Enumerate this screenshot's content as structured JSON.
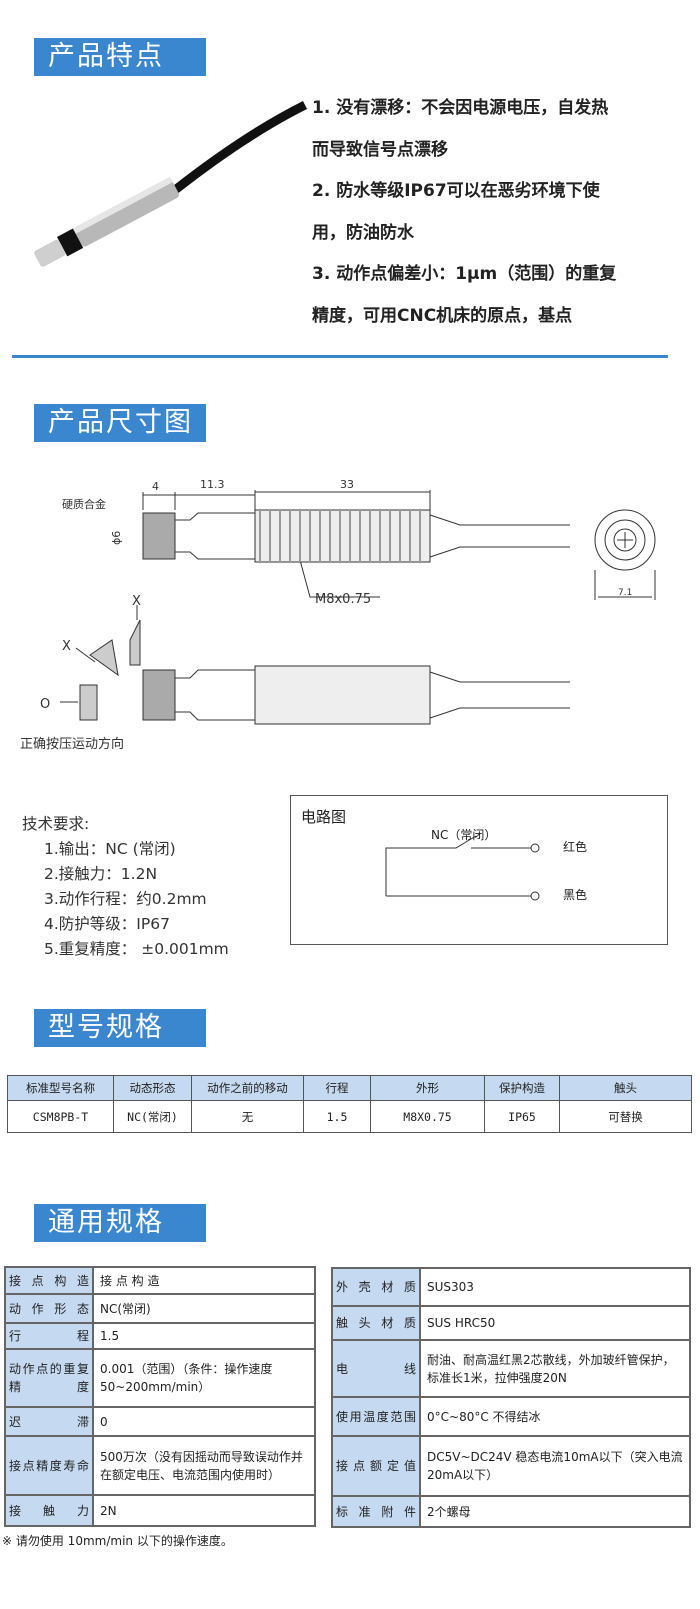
{
  "sections": {
    "features": "产品特点",
    "dimensions": "产品尺寸图",
    "models": "型号规格",
    "general": "通用规格"
  },
  "features": [
    "1. 没有漂移：不会因电源电压，自发热",
    "而导致信号点漂移",
    "2. 防水等级IP67可以在恶劣环境下使",
    "用，防油防水",
    "3. 动作点偏差小：1μm（范围）的重复",
    "精度，可用CNC机床的原点，基点"
  ],
  "drawing": {
    "alloy": "硬质合金",
    "d4": "4",
    "d113": "11.3",
    "d33": "33",
    "phi": "ϕ6",
    "thread": "M8x0.75",
    "w71": "7.1",
    "x1": "X",
    "x2": "X",
    "o": "O",
    "direction": "正确按压运动方向"
  },
  "tech": {
    "title": "技术要求:",
    "items": [
      "1.输出：NC (常闭)",
      "2.接触力：1.2N",
      "3.动作行程：约0.2mm",
      "4.防护等级：IP67",
      "5.重复精度：  ±0.001mm"
    ]
  },
  "circuit": {
    "title": "电路图",
    "nc": "NC（常闭）",
    "red": "红色",
    "black": "黑色"
  },
  "model_table": {
    "headers": [
      "标准型号名称",
      "动态形态",
      "动作之前的移动",
      "行程",
      "外形",
      "保护构造",
      "触头"
    ],
    "row": [
      "CSM8PB-T",
      "NC(常闭)",
      "无",
      "1.5",
      "M8X0.75",
      "IP65",
      "可替换"
    ]
  },
  "general_left": [
    [
      "接点构造",
      "接 点 构 造"
    ],
    [
      "动作形态",
      "NC(常闭)"
    ],
    [
      "行程",
      "1.5"
    ],
    [
      "动作点的重复精度",
      "0.001（范围）（条件：操作速度 50~200mm/min）"
    ],
    [
      "迟滞",
      "0"
    ],
    [
      "接点精度寿命",
      "500万次（没有因摇动而导致误动作并在额定电压、电流范围内使用时）"
    ],
    [
      "接触力",
      "2N"
    ]
  ],
  "general_right": [
    [
      "外壳材质",
      "SUS303"
    ],
    [
      "触头材质",
      "SUS HRC50"
    ],
    [
      "电线",
      "耐油、耐高温红黑2芯散线，外加玻纤管保护，标准长1米，拉伸强度20N"
    ],
    [
      "使用温度范围",
      "0°C~80°C 不得结冰"
    ],
    [
      "接点额定值",
      "DC5V~DC24V 稳态电流10mA以下（突入电流20mA以下）"
    ],
    [
      "标准附件",
      "2个螺母"
    ]
  ],
  "note": "※ 请勿使用 10mm/min 以下的操作速度。"
}
